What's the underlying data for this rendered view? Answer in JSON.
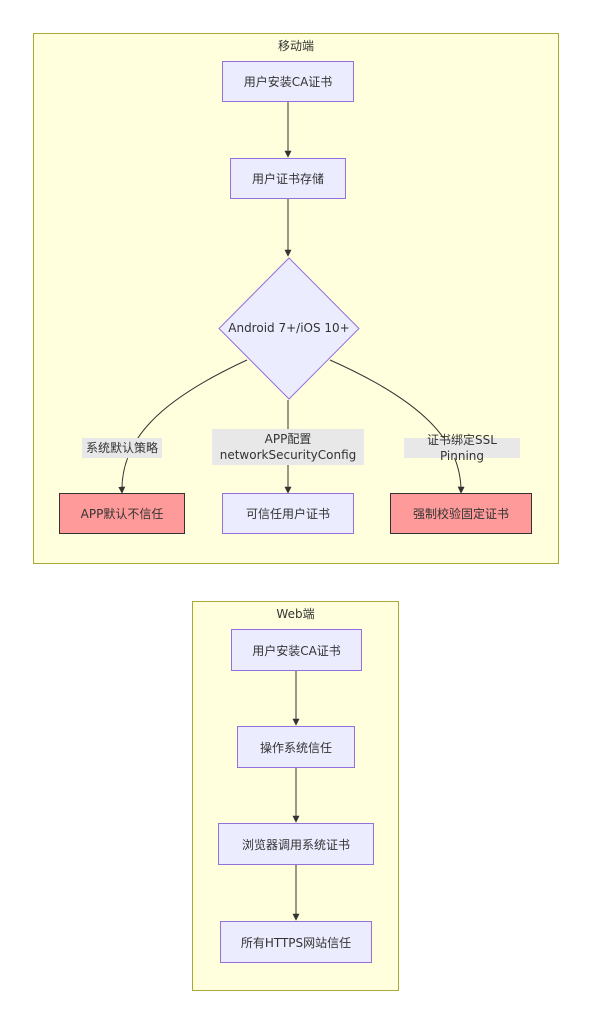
{
  "mobile": {
    "title": "移动端",
    "nodes": {
      "install_ca": "用户安装CA证书",
      "user_store": "用户证书存储",
      "decision": "Android 7+/iOS 10+",
      "app_untrusted": "APP默认不信任",
      "trust_user_cert": "可信任用户证书",
      "ssl_pinning_node": "强制校验固定证书"
    },
    "edges": {
      "default_policy": "系统默认策略",
      "app_config_line1": "APP配置",
      "app_config_line2": "networkSecurityConfig",
      "ssl_pinning": "证书绑定SSL Pinning"
    }
  },
  "web": {
    "title": "Web端",
    "nodes": {
      "install_ca": "用户安装CA证书",
      "os_trust": "操作系统信任",
      "browser_call": "浏览器调用系统证书",
      "https_trust": "所有HTTPS网站信任"
    }
  },
  "colors": {
    "node_fill": "#ececff",
    "node_border": "#9370db",
    "cluster_fill": "#ffffde",
    "cluster_border": "#aaaa33",
    "highlight_fill": "#ff9a9a",
    "edge": "#333333"
  }
}
